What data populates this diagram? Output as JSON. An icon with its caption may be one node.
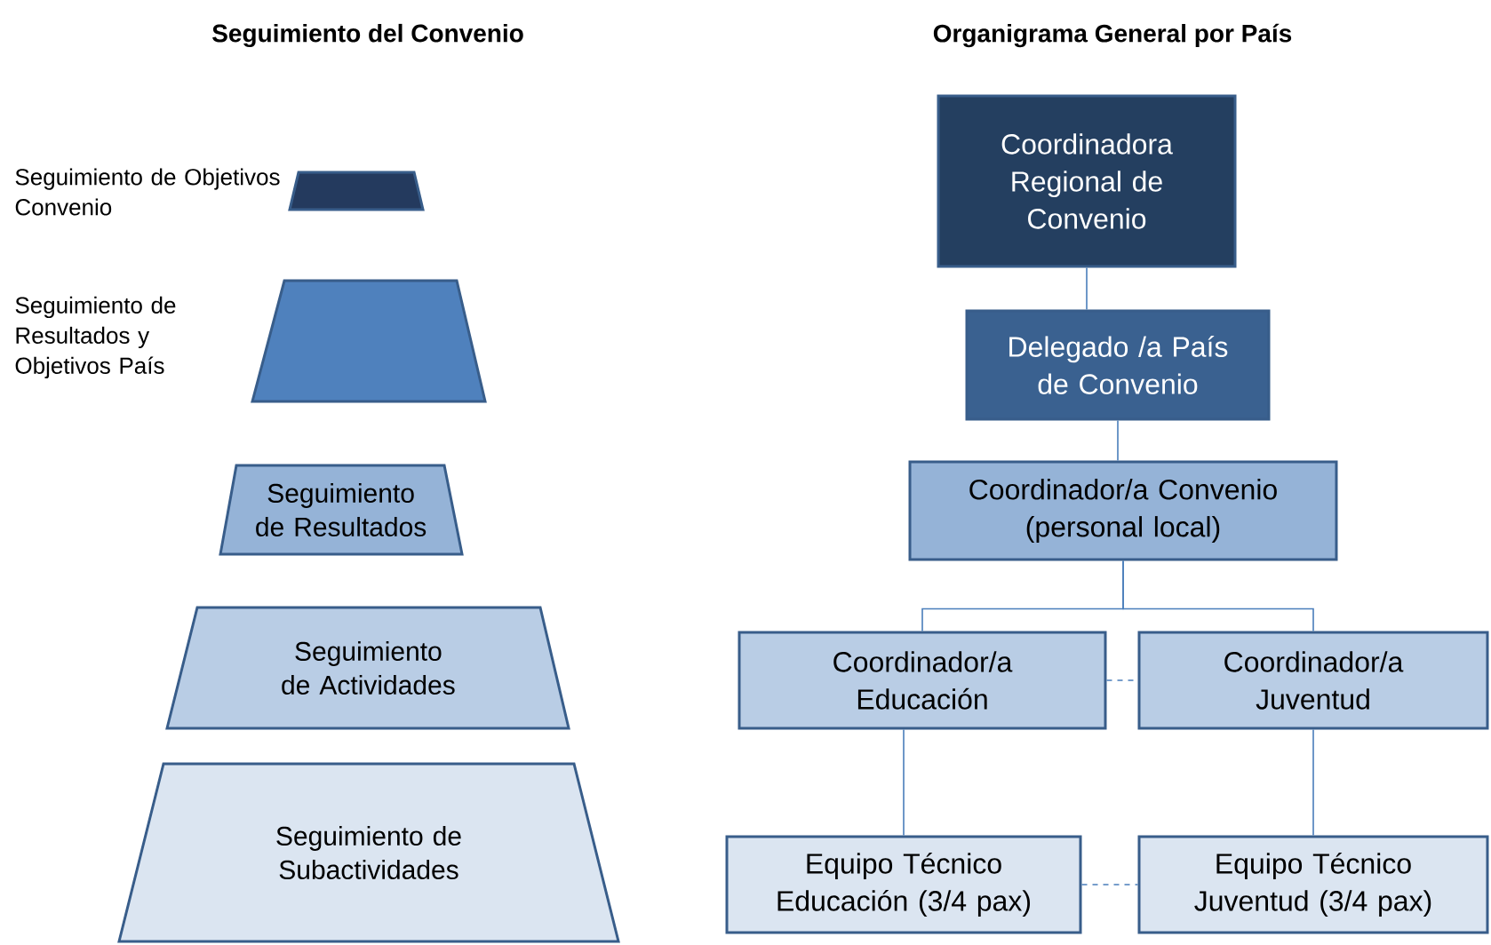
{
  "diagram": {
    "nodes": [
      {
        "text": [],
        "shape": "trapezoid",
        "beside": [
          "Seguimiento de Objetivos Convenio"
        ]
      },
      {
        "text": [],
        "shape": "trapezoid",
        "beside": [
          "Seguimiento de Resultados y Objetivos País"
        ]
      },
      {
        "text": [
          "Seguimiento de Resultados"
        ]
      },
      {
        "text": [
          "Seguimiento de Actividades"
        ]
      },
      {
        "text": [
          "Seguimiento de Subactividades"
        ]
      },
      {
        "text": [
          "Coordinadora Regional de Convenio"
        ]
      },
      {
        "text": [
          "Delegado /a País de Convenio"
        ]
      },
      {
        "text": [
          "Coordinador/a Convenio (personal local)"
        ]
      },
      {
        "text": [
          "Coordinador/a Educación"
        ]
      },
      {
        "text": [
          "Coordinador/a Juventud"
        ]
      },
      {
        "text": [
          "Equipo Técnico Educación (3/4 pax)"
        ]
      },
      {
        "text": [
          "Equipo Técnico Juventud (3/4 pax)"
        ]
      }
    ],
    "edges": [
      {
        "from": 5,
        "to": 6,
        "arrow": "none"
      },
      {
        "from": 6,
        "to": 7,
        "arrow": "none"
      },
      {
        "from": 7,
        "to": 8,
        "arrow": "none"
      },
      {
        "from": 7,
        "to": 9,
        "arrow": "none"
      },
      {
        "from": 8,
        "to": 10,
        "arrow": "none"
      },
      {
        "from": 9,
        "to": 11,
        "arrow": "none"
      },
      {
        "from": 8,
        "to": 9,
        "arrow": "none",
        "style": "dashed"
      },
      {
        "from": 10,
        "to": 11,
        "arrow": "none",
        "style": "dashed"
      }
    ],
    "labels": [
      "Seguimiento del Convenio",
      "Organigrama General por País"
    ]
  }
}
